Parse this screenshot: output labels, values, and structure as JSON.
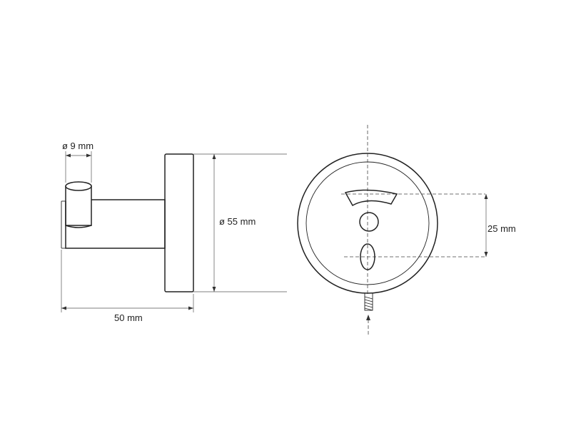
{
  "dimensions": {
    "pin_diameter": "ø 9 mm",
    "base_diameter": "ø 55 mm",
    "depth": "50 mm",
    "hole_spacing": "25 mm"
  }
}
